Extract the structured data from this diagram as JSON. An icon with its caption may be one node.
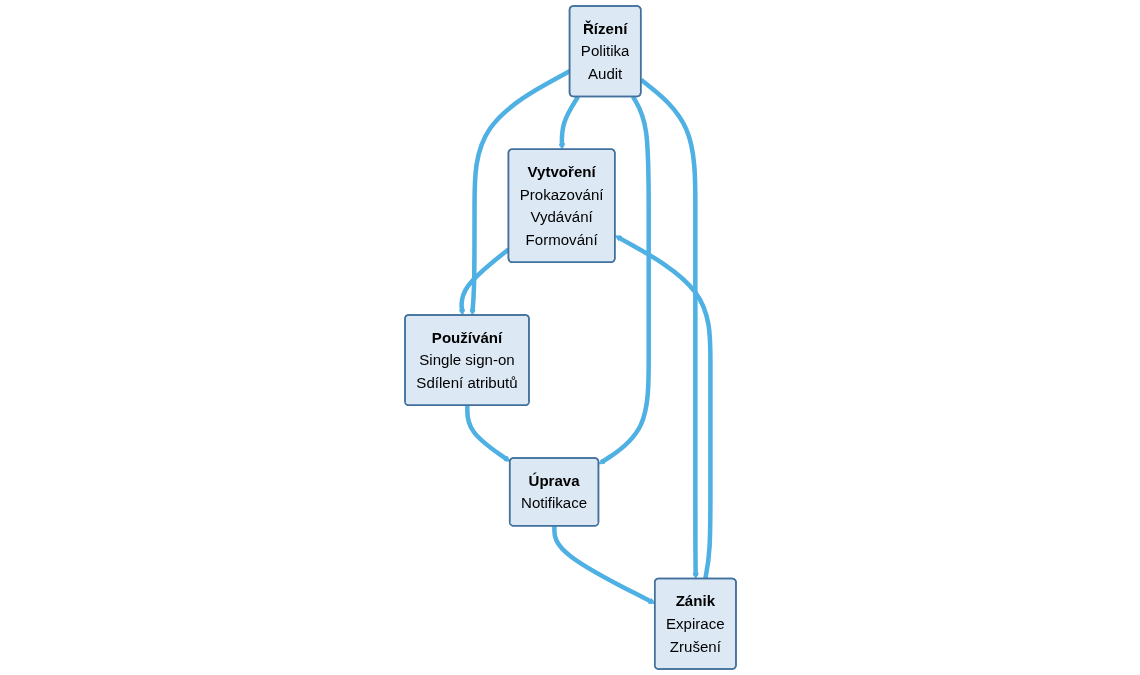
{
  "diagram": {
    "nodes": [
      {
        "text": [
          "Vytvoření",
          "Prokazování",
          "Vydávání",
          "Formování"
        ]
      },
      {
        "text": [
          "Zánik",
          "Expirace",
          "Zrušení"
        ]
      },
      {
        "text": [
          "Řízení",
          "Politika",
          "Audit"
        ]
      },
      {
        "text": [
          "Používání",
          "Single sign-on",
          "Sdílení atributů"
        ]
      },
      {
        "text": [
          "Úprava",
          "Notifikace"
        ]
      }
    ],
    "edges": [
      {
        "from": 0,
        "to": 3,
        "arrow": "to"
      },
      {
        "from": 3,
        "to": 4,
        "arrow": "to"
      },
      {
        "from": 4,
        "to": 1,
        "arrow": "to"
      },
      {
        "from": 1,
        "to": 0,
        "arrow": "to"
      },
      {
        "from": 2,
        "to": 0,
        "arrow": "to"
      },
      {
        "from": 2,
        "to": 1,
        "arrow": "to"
      },
      {
        "from": 2,
        "to": 3,
        "arrow": "to"
      },
      {
        "from": 2,
        "to": 4,
        "arrow": "to"
      }
    ]
  }
}
